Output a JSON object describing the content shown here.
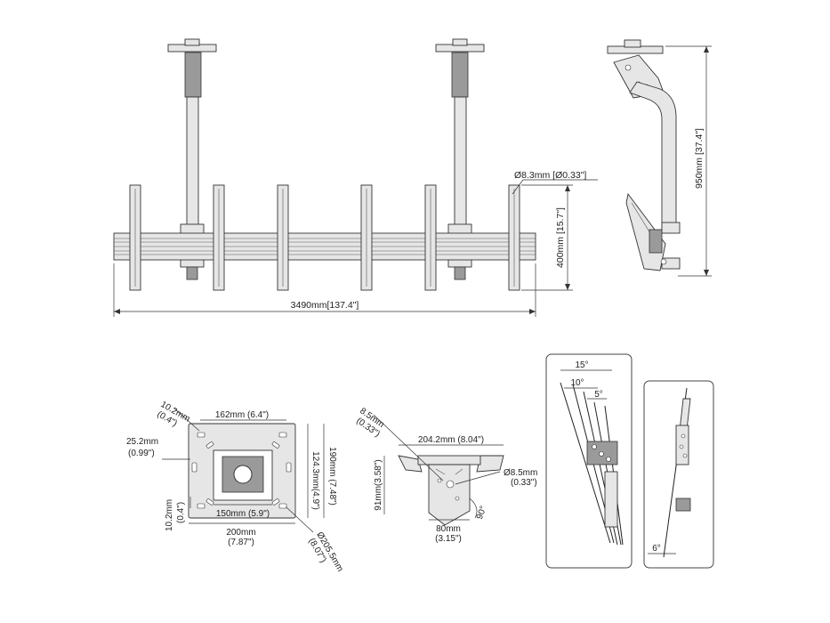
{
  "front_view": {
    "total_width": "3490mm[137.4\"]",
    "height": "400mm [15.7\"]",
    "hole": "Ø8.3mm [Ø0.33\"]"
  },
  "side_view": {
    "drop": "950mm [37.4\"]"
  },
  "ceiling_plate": {
    "d1_mm": "10.2mm",
    "d1_in": "(0.4\")",
    "d2": "162mm (6.4\")",
    "d3_mm": "25.2mm",
    "d3_in": "(0.99\")",
    "d4": "190mm (7.48\")",
    "d5": "124.3mm(4.9\")",
    "d6_mm": "10.2mm",
    "d6_in": "(0.4\")",
    "d7": "150mm (5.9\")",
    "d8_mm": "200mm",
    "d8_in": "(7.87\")",
    "d9_mm": "Ø205.5mm",
    "d9_in": "(8.07\")"
  },
  "pole_bracket": {
    "d1_mm": "8.5mm",
    "d1_in": "(0.33\")",
    "d2": "204.2mm (8.04\")",
    "d3": "91mm(3.58\")",
    "d4_mm": "Ø8.5mm",
    "d4_in": "(0.33\")",
    "d5": "90°",
    "d6_mm": "80mm",
    "d6_in": "(3.15\")"
  },
  "tilt_detail": {
    "a1": "15°",
    "a2": "10°",
    "a3": "5°"
  },
  "tilt_detail_2": {
    "a1": "6°"
  }
}
